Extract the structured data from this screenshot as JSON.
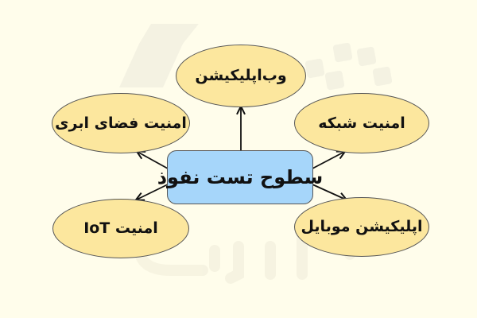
{
  "diagram": {
    "type": "mind-map",
    "colors": {
      "background": "#fffdeb",
      "center_fill": "#a6d6fa",
      "node_fill": "#fce79e",
      "stroke": "#555555",
      "arrow": "#111111"
    },
    "center": {
      "label": "سطوح تست نفوذ"
    },
    "nodes": [
      {
        "id": "web-application",
        "label": "وب‌اپلیکیشن",
        "position": "top"
      },
      {
        "id": "cloud-security",
        "label": "امنیت فضای ابری",
        "position": "top-left"
      },
      {
        "id": "network-security",
        "label": "امنیت شبکه",
        "position": "top-right"
      },
      {
        "id": "iot-security",
        "label": "امنیت IoT",
        "position": "bottom-left"
      },
      {
        "id": "mobile-application",
        "label": "اپلیکیشن موبایل",
        "position": "bottom-right"
      }
    ],
    "edges": [
      {
        "from": "center",
        "to": "web-application"
      },
      {
        "from": "center",
        "to": "cloud-security"
      },
      {
        "from": "center",
        "to": "network-security"
      },
      {
        "from": "center",
        "to": "iot-security"
      },
      {
        "from": "center",
        "to": "mobile-application"
      }
    ]
  }
}
